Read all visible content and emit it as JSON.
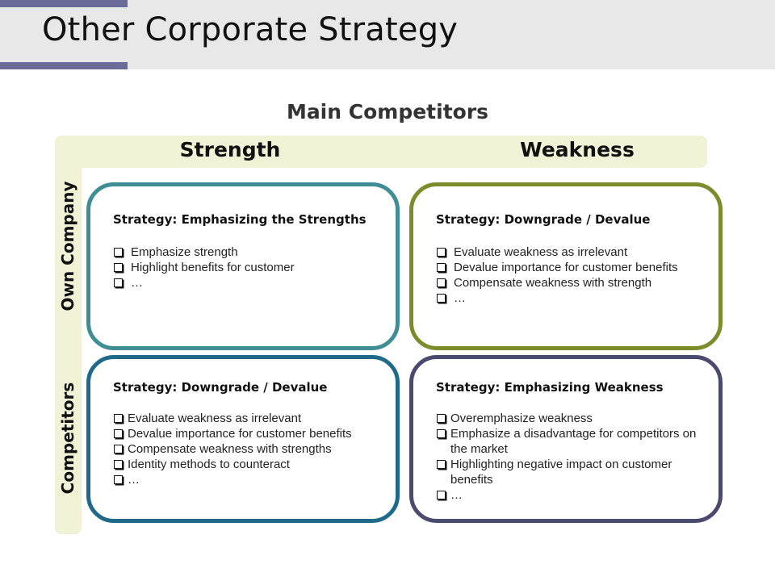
{
  "title": "Other Corporate Strategy",
  "diagram_title": "Main Competitors",
  "columns": [
    "Strength",
    "Weakness"
  ],
  "rows": [
    "Own Company",
    "Competitors"
  ],
  "accent_color": "#6b6b9a",
  "band_color": "#f0f3d6",
  "quadrants": {
    "own_strength": {
      "heading": "Strategy: Emphasizing the Strengths",
      "border_color": "#3f8e95",
      "items": [
        "Emphasize strength",
        "Highlight benefits for customer",
        "…"
      ]
    },
    "own_weakness": {
      "heading": "Strategy: Downgrade / Devalue",
      "border_color": "#7d8c2a",
      "items": [
        "Evaluate weakness as irrelevant",
        "Devalue importance for customer benefits",
        "Compensate weakness with strength",
        "…"
      ]
    },
    "comp_strength": {
      "heading": "Strategy: Downgrade / Devalue",
      "border_color": "#1f6a8a",
      "items": [
        "Evaluate weakness as irrelevant",
        "Devalue importance for customer benefits",
        "Compensate weakness with strengths",
        "Identity methods to counteract",
        "…"
      ]
    },
    "comp_weakness": {
      "heading": "Strategy: Emphasizing Weakness",
      "border_color": "#4a4a6e",
      "items": [
        "Overemphasize weakness",
        "Emphasize a disadvantage for competitors on the market",
        "Highlighting negative impact on customer benefits",
        "…"
      ]
    }
  }
}
